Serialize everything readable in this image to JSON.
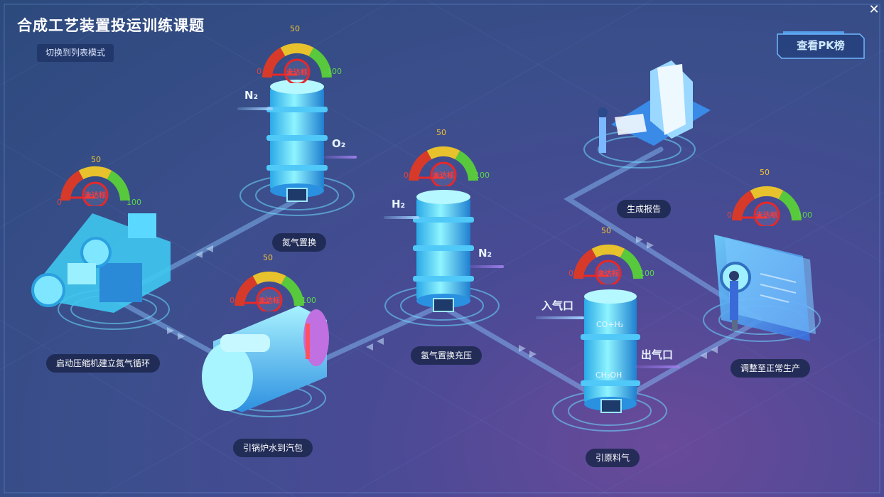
{
  "page": {
    "title": "合成工艺装置投运训练课题"
  },
  "toolbar": {
    "mode_switch_label": "切换到列表模式",
    "pk_label": "查看PK榜",
    "close_symbol": "✕"
  },
  "gauge_scale": {
    "min": "0",
    "mid": "50",
    "max": "100"
  },
  "stamp_text": "未达标",
  "steps": [
    {
      "label": "启动压缩机建立氮气循环"
    },
    {
      "label": "氮气置换"
    },
    {
      "label": "引锅炉水到汽包"
    },
    {
      "label": "氢气置换充压"
    },
    {
      "label": "引原料气"
    },
    {
      "label": "生成报告"
    },
    {
      "label": "调整至正常生产"
    }
  ],
  "flows": {
    "n2_in": "N₂",
    "o2_out": "O₂",
    "h2_in": "H₂",
    "n2_out": "N₂",
    "gas_in": "入气口",
    "gas_out": "出气口",
    "mix": "CO+H₂",
    "methanol": "CH₃OH"
  },
  "colors": {
    "accent": "#5fe0ff",
    "stamp": "#e82828",
    "gauge_low": "#d83a2a",
    "gauge_mid": "#e8c22c",
    "gauge_high": "#58c83c"
  }
}
